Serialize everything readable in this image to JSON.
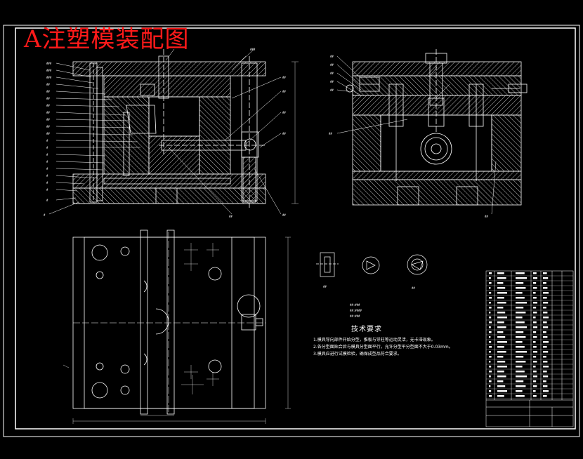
{
  "drawing": {
    "title": "A注塑模装配图",
    "tech_requirements": {
      "title": "技术要求",
      "items": [
        "1.模具导向部件开始分型，推板与导柱等运动灵活，无卡滞现象。",
        "2.各分型面贴合后与模具分型面平行，允许分型平分型面不大于0.03mm。",
        "3.模具应进行试模检验，确保成型品符合要求。"
      ]
    }
  },
  "colors": {
    "background": "#000000",
    "lines": "#ffffff",
    "title": "#ff1a1a",
    "hatch": "#bfbfbf"
  }
}
